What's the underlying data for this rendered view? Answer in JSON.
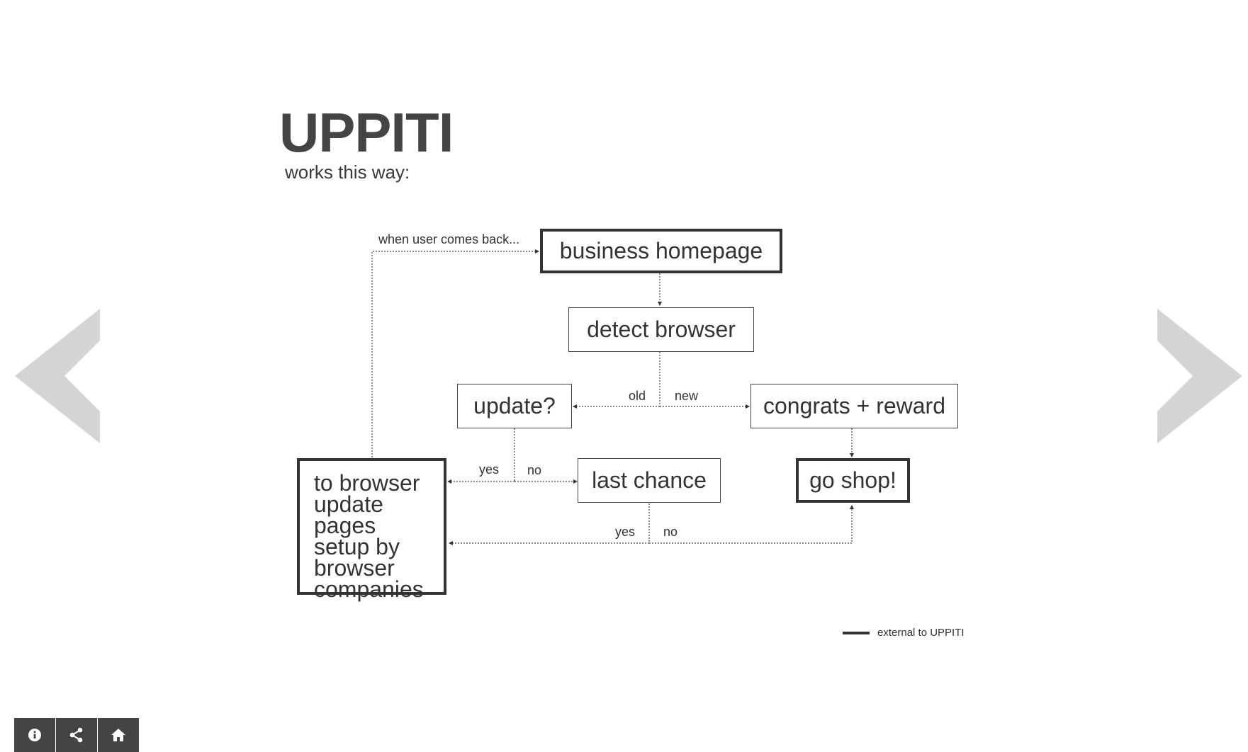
{
  "header": {
    "title": "UPPITI",
    "subtitle": "works this way:"
  },
  "nodes": {
    "business_homepage": "business homepage",
    "detect_browser": "detect browser",
    "update": "update?",
    "congrats": "congrats + reward",
    "to_browser_update": "to browser update pages setup by browser companies",
    "last_chance": "last chance",
    "go_shop": "go shop!"
  },
  "edge_labels": {
    "when_user_comes_back": "when user comes back...",
    "old": "old",
    "new": "new",
    "update_yes": "yes",
    "update_no": "no",
    "last_yes": "yes",
    "last_no": "no"
  },
  "legend": {
    "label": "external to UPPITI"
  },
  "navigation": {
    "prev_icon": "chevron-left-icon",
    "next_icon": "chevron-right-icon"
  },
  "toolbar": {
    "buttons": [
      "info-icon",
      "share-icon",
      "home-icon"
    ]
  },
  "colors": {
    "text": "#3a3a3a",
    "nav_arrow": "#d4d4d4",
    "toolbar_bg": "#444444",
    "edge": "#444444"
  }
}
